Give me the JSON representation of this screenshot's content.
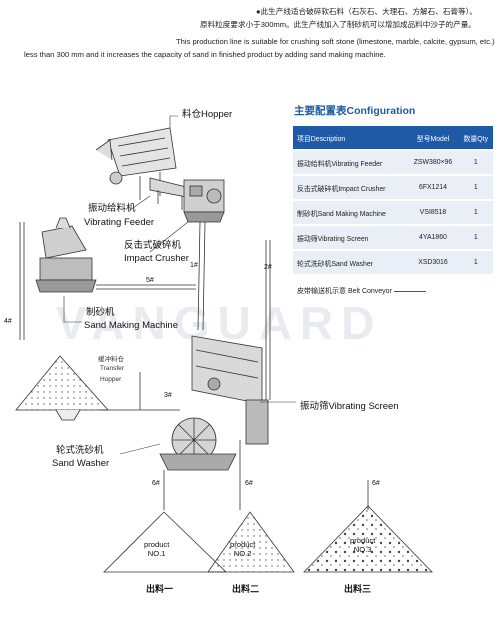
{
  "intro": {
    "cn_line1": "●此生产线适合破碎软石料（石灰石、大理石、方解石、石膏等）。",
    "cn_line2": "原料粒度要求小于300mm。此生产线加入了制砂机可以增加成品料中沙子的产量。",
    "en_line1": "This production line is suitable for crushing soft stone (limestone, marble, calcite, gypsum, etc.)",
    "en_line2": "less than 300 mm and it increases the capacity of sand in finished product by adding sand making machine."
  },
  "watermark": "VANGUARD",
  "labels": {
    "hopper": "料仓Hopper",
    "vibrating_feeder_cn": "振动给料机",
    "vibrating_feeder_en": "Vibrating Feeder",
    "impact_crusher_cn": "反击式破碎机",
    "impact_crusher_en": "Impact Crusher",
    "sand_making_cn": "制砂机",
    "sand_making_en": "Sand Making Machine",
    "transfer_hopper_cn": "缓冲料仓",
    "transfer_hopper_en1": "Transfer",
    "transfer_hopper_en2": "Hopper",
    "vibrating_screen": "振动筛Vibrating Screen",
    "sand_washer_cn": "轮式洗砂机",
    "sand_washer_en": "Sand Washer"
  },
  "conveyors": [
    "1#",
    "2#",
    "3#",
    "4#",
    "5#",
    "6#",
    "6#",
    "6#"
  ],
  "products": [
    {
      "name": "product",
      "no": "NO.1",
      "out": "出料一"
    },
    {
      "name": "product",
      "no": "NO.2",
      "out": "出料二"
    },
    {
      "name": "product",
      "no": "NO.3",
      "out": "出料三"
    }
  ],
  "config": {
    "title": "主要配置表Configuration",
    "headers": [
      "项目Description",
      "型号Model",
      "数量Qty"
    ],
    "rows": [
      [
        "振动给料机Vibrating Feeder",
        "ZSW380×96",
        "1"
      ],
      [
        "反击式破碎机Impact Crusher",
        "6FX1214",
        "1"
      ],
      [
        "制砂机Sand Making Machine",
        "VSI8518",
        "1"
      ],
      [
        "振动筛Vibrating Screen",
        "4YA1860",
        "1"
      ],
      [
        "轮式洗砂机Sand Washer",
        "XSD3016",
        "1"
      ]
    ],
    "belt_label": "皮带输送机示意 Belt Conveyor"
  },
  "colors": {
    "accent": "#1f5aa6",
    "row_bg": "#e9eef7",
    "ink": "#222222"
  }
}
